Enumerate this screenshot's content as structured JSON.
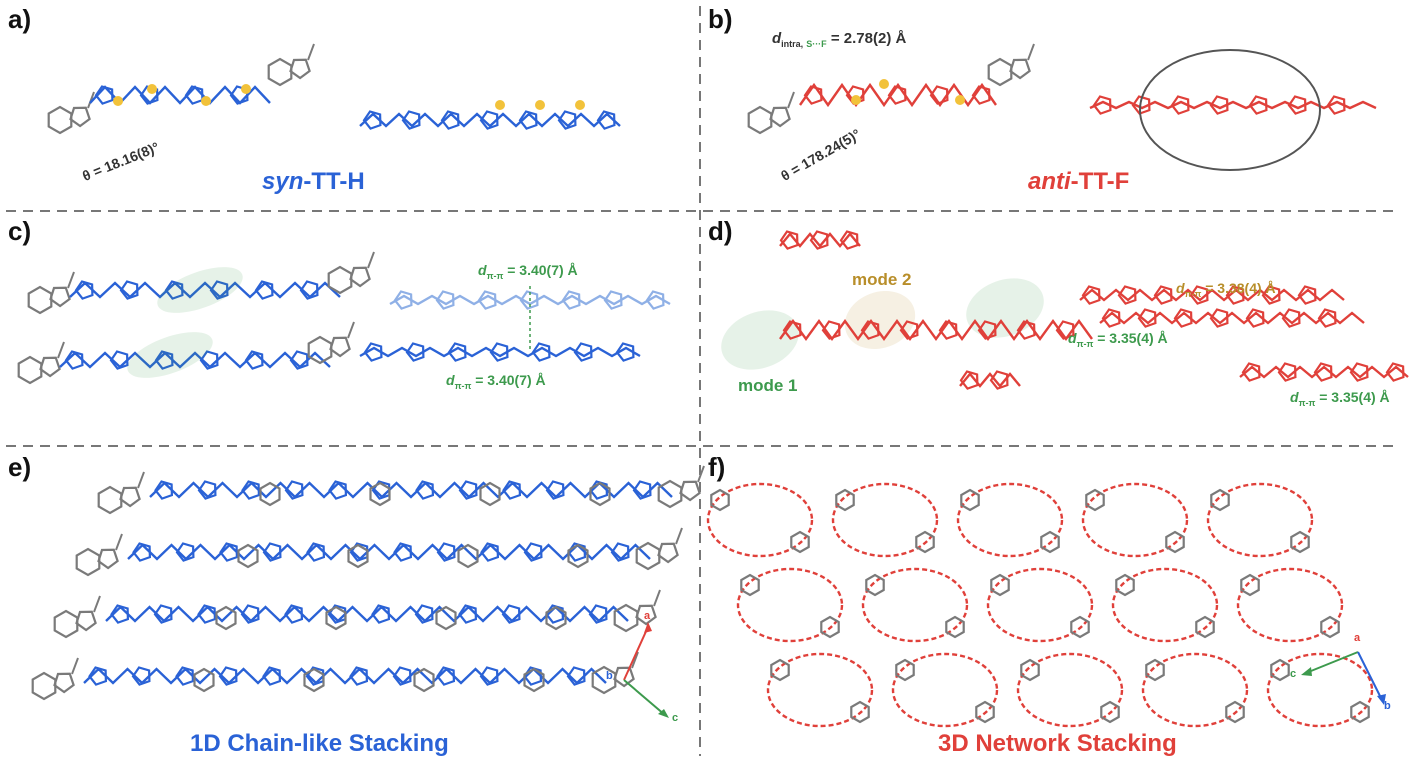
{
  "panels": {
    "a": {
      "label": "a)",
      "caption_prefix": "syn",
      "caption_suffix": "-TT-H",
      "angle": "θ = 18.16(8)°"
    },
    "b": {
      "label": "b)",
      "caption_prefix": "anti",
      "caption_suffix": "-TT-F",
      "angle": "θ = 178.24(5)°",
      "d_symbol": "d",
      "d_sub": "intra,",
      "d_sub_atoms": "S···F",
      "d_value": "= 2.78(2) Å"
    },
    "c": {
      "label": "c)",
      "d_sym": "d",
      "d_sub": "π-π",
      "d1": "= 3.40(7) Å",
      "d2": "= 3.40(7) Å"
    },
    "d": {
      "label": "d)",
      "mode1": "mode 1",
      "mode2": "mode 2",
      "d_sym": "d",
      "d_sub": "π-π",
      "d_gold": "= 3.38(4) Å",
      "d_green1": "= 3.35(4) Å",
      "d_green2": "= 3.35(4) Å"
    },
    "e": {
      "label": "e)",
      "caption": "1D Chain-like Stacking",
      "axes": {
        "a": "a",
        "b": "b",
        "c": "c"
      }
    },
    "f": {
      "label": "f)",
      "caption": "3D Network Stacking",
      "axes": {
        "a": "a",
        "b": "b",
        "c": "c"
      }
    }
  },
  "colors": {
    "blue": "#2a62d6",
    "red": "#e0403a",
    "green": "#3d9a4d",
    "gold": "#b88e2a",
    "gray": "#7a7a7a"
  }
}
